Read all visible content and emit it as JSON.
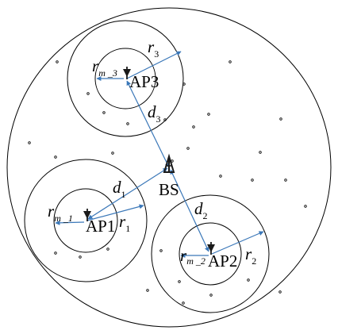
{
  "colors": {
    "stroke": "#000000",
    "arrow": "#3a77b8",
    "antenna": "#1a1a1a",
    "background": "#ffffff"
  },
  "labels": {
    "bs": "BS",
    "ap1": "AP1",
    "ap2": "AP2",
    "ap3": "AP3",
    "r1": "r",
    "r1_sub": "1",
    "r2": "r",
    "r2_sub": "2",
    "r3": "r",
    "r3_sub": "3",
    "rm1": "r",
    "rm1_sub": "m _1",
    "rm2": "r",
    "rm2_sub": "m _2",
    "rm3": "r",
    "rm3_sub": "m _3",
    "d1": "d",
    "d1_sub": "1",
    "d2": "d",
    "d2_sub": "2",
    "d3": "d",
    "d3_sub": "3"
  },
  "icons": {
    "bs": "antenna-icon",
    "ap": "antenna-icon"
  }
}
